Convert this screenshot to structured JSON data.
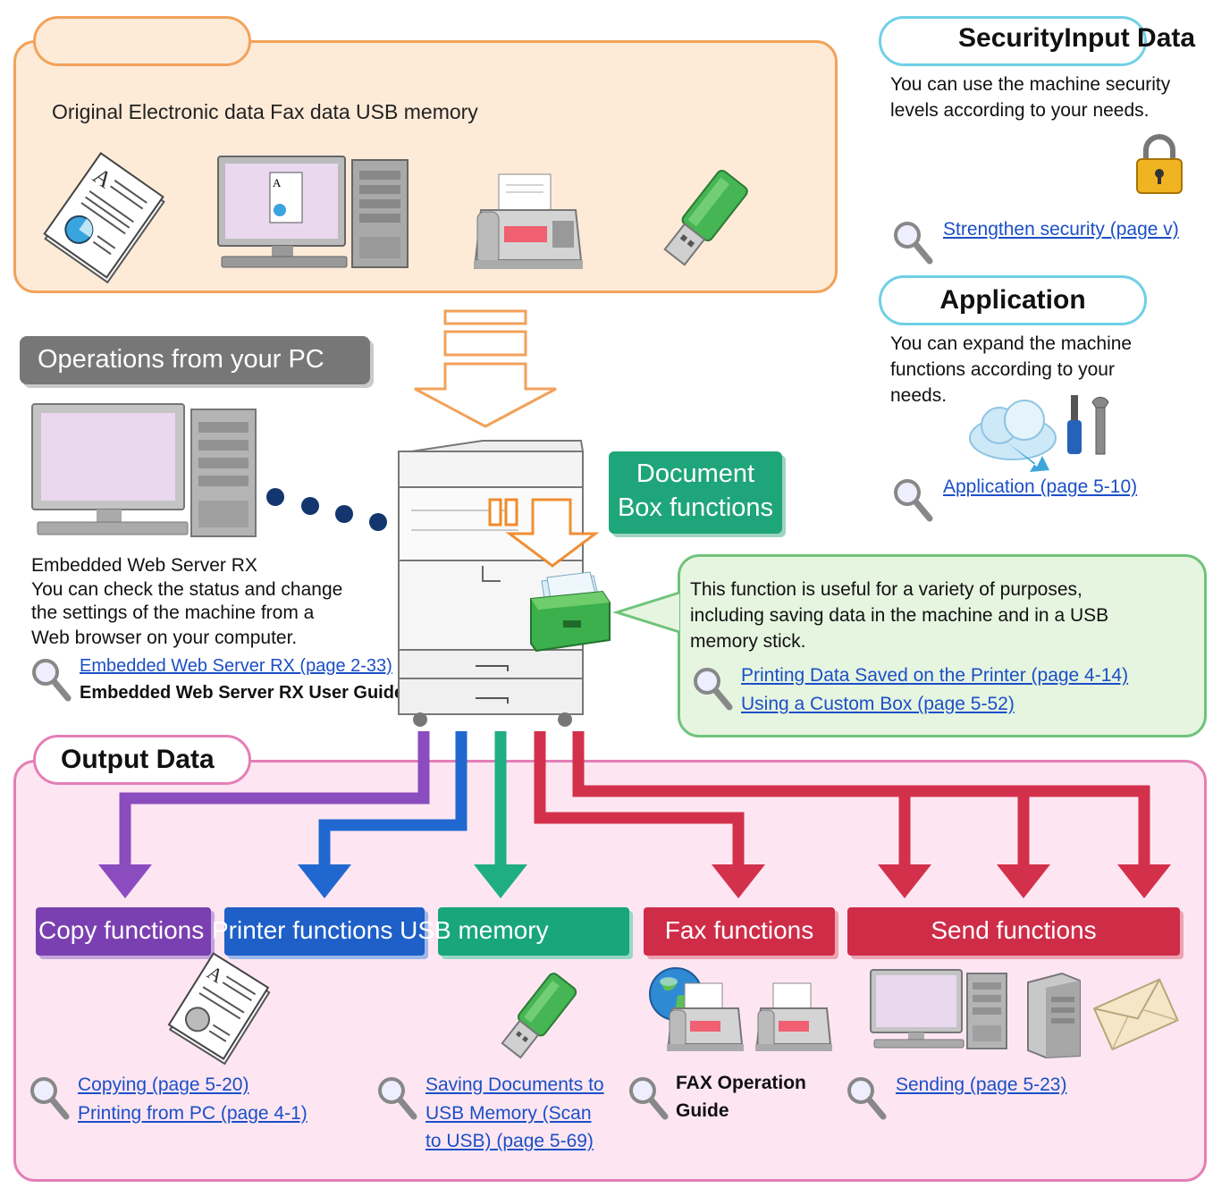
{
  "input_data": {
    "caption": "Original Electronic data Fax data USB memory"
  },
  "security": {
    "title": "SecurityInput Data",
    "title_word": "SecurityInput Data",
    "desc_line1": "You can use the machine security",
    "desc_line2": "levels according to your needs.",
    "link": "Strengthen security (page v)"
  },
  "application": {
    "title": "Application",
    "desc_line1": "You can expand the machine",
    "desc_line2": "functions according to your",
    "desc_line3": "needs.",
    "link": "Application (page 5-10)"
  },
  "pc_operations": {
    "banner": "Operations from your PC",
    "heading": "Embedded Web Server RX",
    "desc_line1": "You can check the status and change",
    "desc_line2": "the settings of the machine from a",
    "desc_line3": "Web browser on your computer.",
    "link": "Embedded Web Server RX (page 2-33)",
    "guide": "Embedded Web Server RX User Guide"
  },
  "document_box": {
    "banner_line1": "Document",
    "banner_line2": "Box functions",
    "desc_line1": "This function is useful for a variety of purposes,",
    "desc_line2": "including saving data in the machine and in a USB",
    "desc_line3": "memory stick.",
    "link1": "Printing Data Saved on the Printer (page 4-14)",
    "link2": "Using a Custom Box (page 5-52)"
  },
  "output_data": {
    "title": "Output Data",
    "copy_label": "Copy functions",
    "printer_usb_label": "Printer functions USB memory",
    "fax_label": "Fax functions",
    "send_label": "Send functions",
    "copy_link1": "Copying (page 5-20)",
    "copy_link2": "Printing from PC (page 4-1)",
    "usb_link1": "Saving Documents to",
    "usb_link2": "USB Memory (Scan",
    "usb_link3": "to USB) (page 5-69)",
    "fax_guide_line1": "FAX Operation",
    "fax_guide_line2": "Guide",
    "send_link": "Sending (page 5-23)"
  },
  "icons": [
    "document-icon",
    "computer-icon",
    "fax-machine-icon",
    "usb-memory-icon",
    "padlock-icon",
    "cloud-icon",
    "tools-icon",
    "magnifier-icon",
    "printer-copier-icon",
    "document-box-icon",
    "globe-icon",
    "server-icon",
    "envelope-icon"
  ],
  "colors": {
    "input_fill": "#fdebd8",
    "input_border": "#f2a25a",
    "info_border": "#6fd0e6",
    "pc_banner": "#777777",
    "doc_box": "#1fa57a",
    "callout_fill": "#e6f5e0",
    "output_fill": "#fde6f2",
    "output_border": "#e47fb6",
    "copy": "#7a3fb0",
    "printer": "#1e5fc8",
    "usb": "#18a67a",
    "fax_send": "#cf2c48",
    "link": "#1b4fc7"
  }
}
